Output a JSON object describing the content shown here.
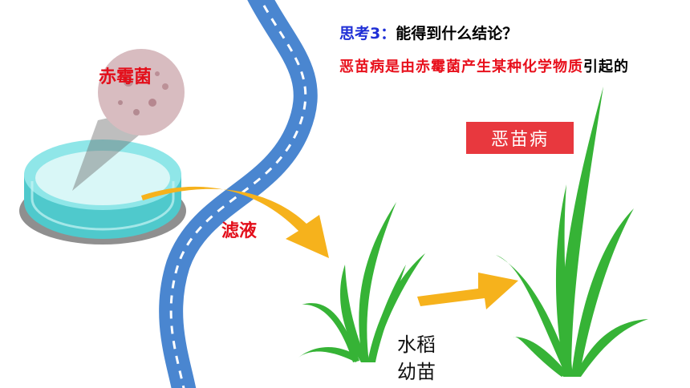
{
  "question": {
    "prefix": "思考3：",
    "text": "能得到什么结论？"
  },
  "conclusion": {
    "part_red": "恶苗病是由赤霉菌产生某种化学物质",
    "part_black": "引起的"
  },
  "labels": {
    "disease_badge": "恶苗病",
    "fungus": "赤霉菌",
    "filtrate": "滤液",
    "seedling_line1": "水稻",
    "seedling_line2": "幼苗"
  },
  "colors": {
    "road_blue": "#4a86d0",
    "arrow_yellow": "#f6b21c",
    "leaf_green": "#36b336",
    "dish_cyan": "#4fd4d6",
    "badge_red": "#e8383e",
    "title_blue": "#1f2fd6",
    "label_red": "#e30e1a"
  },
  "icons": [
    "petri-dish-icon",
    "magnified-fungus-icon",
    "road-icon",
    "arrow-icon",
    "seedling-icon"
  ]
}
